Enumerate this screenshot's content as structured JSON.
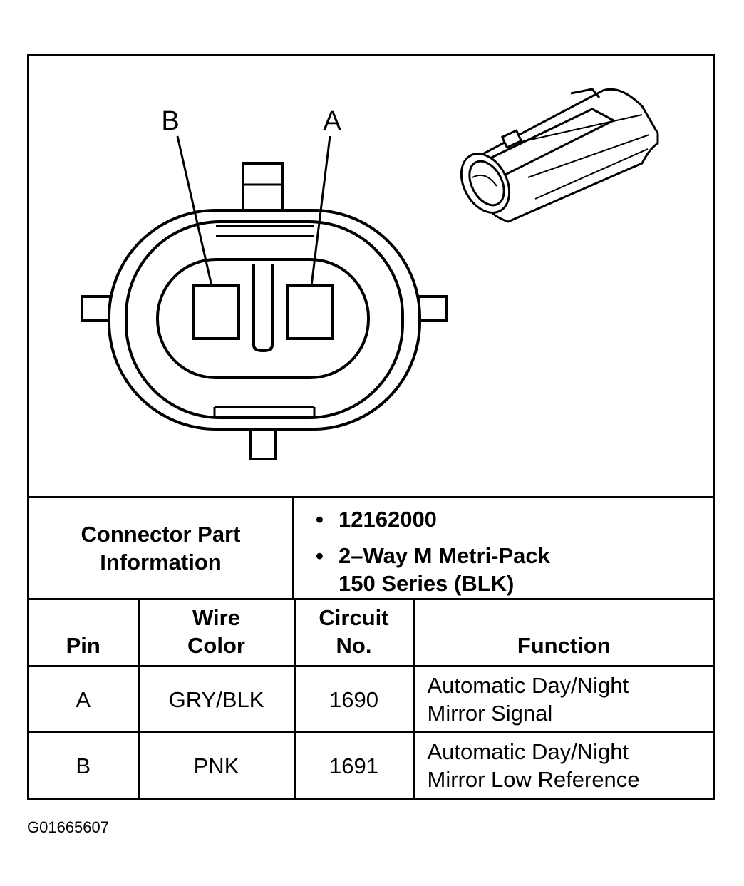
{
  "diagram": {
    "pin_label_b": "B",
    "pin_label_a": "A"
  },
  "connector_info": {
    "label_line1": "Connector Part",
    "label_line2": "Information",
    "part_number": "12162000",
    "description_line1": "2–Way M Metri-Pack",
    "description_line2": "150 Series (BLK)",
    "bullet": "•"
  },
  "table": {
    "headers": {
      "pin": "Pin",
      "wire_color_line1": "Wire",
      "wire_color_line2": "Color",
      "circuit_line1": "Circuit",
      "circuit_line2": "No.",
      "function": "Function"
    },
    "rows": [
      {
        "pin": "A",
        "wire_color": "GRY/BLK",
        "circuit": "1690",
        "function_line1": "Automatic Day/Night",
        "function_line2": "Mirror Signal"
      },
      {
        "pin": "B",
        "wire_color": "PNK",
        "circuit": "1691",
        "function_line1": "Automatic Day/Night",
        "function_line2": "Mirror Low Reference"
      }
    ]
  },
  "footer": {
    "code": "G01665607"
  }
}
